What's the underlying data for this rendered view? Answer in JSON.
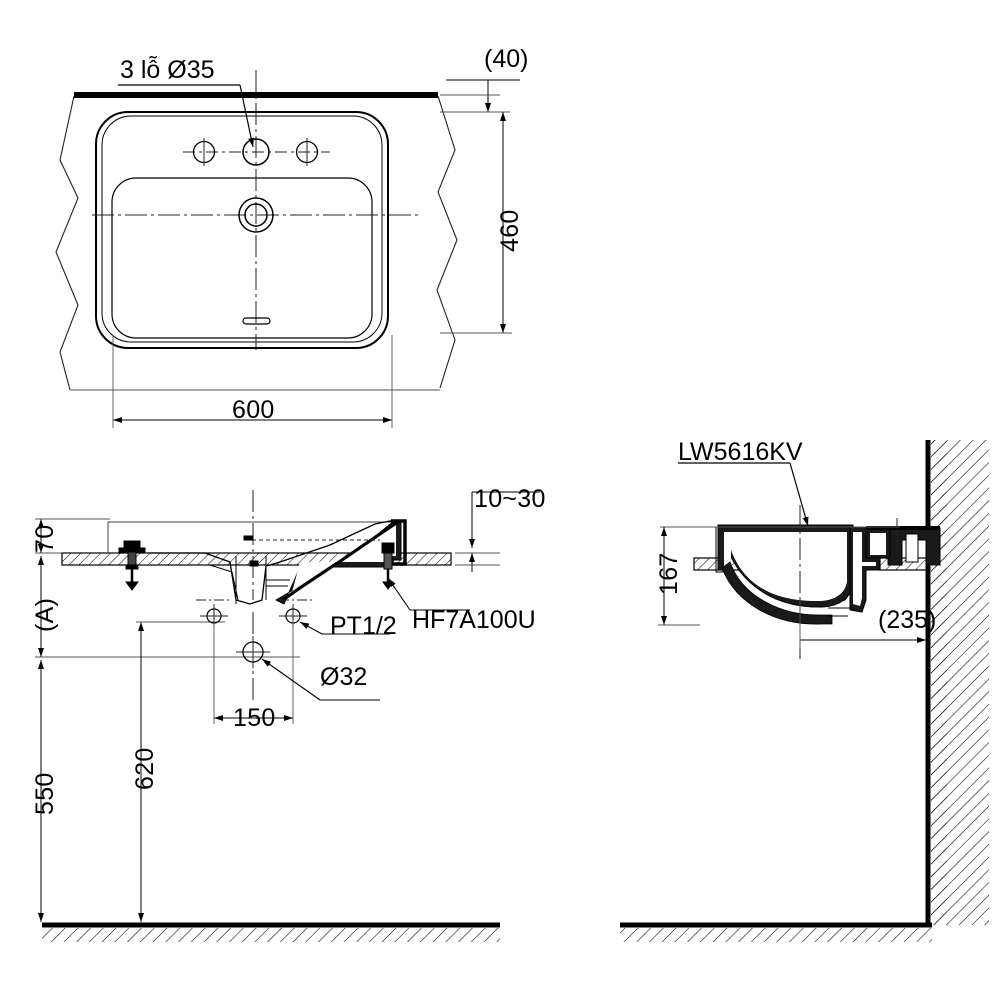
{
  "drawing": {
    "product_code": "LW5616KV",
    "type": "sanitary-ware installation drawing",
    "views": [
      {
        "name": "top-view",
        "title": ""
      },
      {
        "name": "front-section-view",
        "title": ""
      },
      {
        "name": "side-section-view",
        "title": ""
      }
    ]
  },
  "top_view": {
    "hole_note": "3 lỗ Ø35",
    "depth_note": "(40)",
    "depth_dim": "460",
    "width_dim": "600"
  },
  "front_view": {
    "gap_note": "10~30",
    "counter_thickness": "70",
    "height_a": "(A)",
    "tap_connection": "PT1/2",
    "drain_part": "HF7A100U",
    "drain_dia": "Ø32",
    "hole_spacing": "150",
    "tap_height": "620",
    "basin_height": "550"
  },
  "side_view": {
    "product_label": "LW5616KV",
    "height_dim": "167",
    "projection_dim": "(235)"
  },
  "colors": {
    "line": "#000000",
    "thin_line": "#3a3a3a",
    "background": "#ffffff"
  }
}
